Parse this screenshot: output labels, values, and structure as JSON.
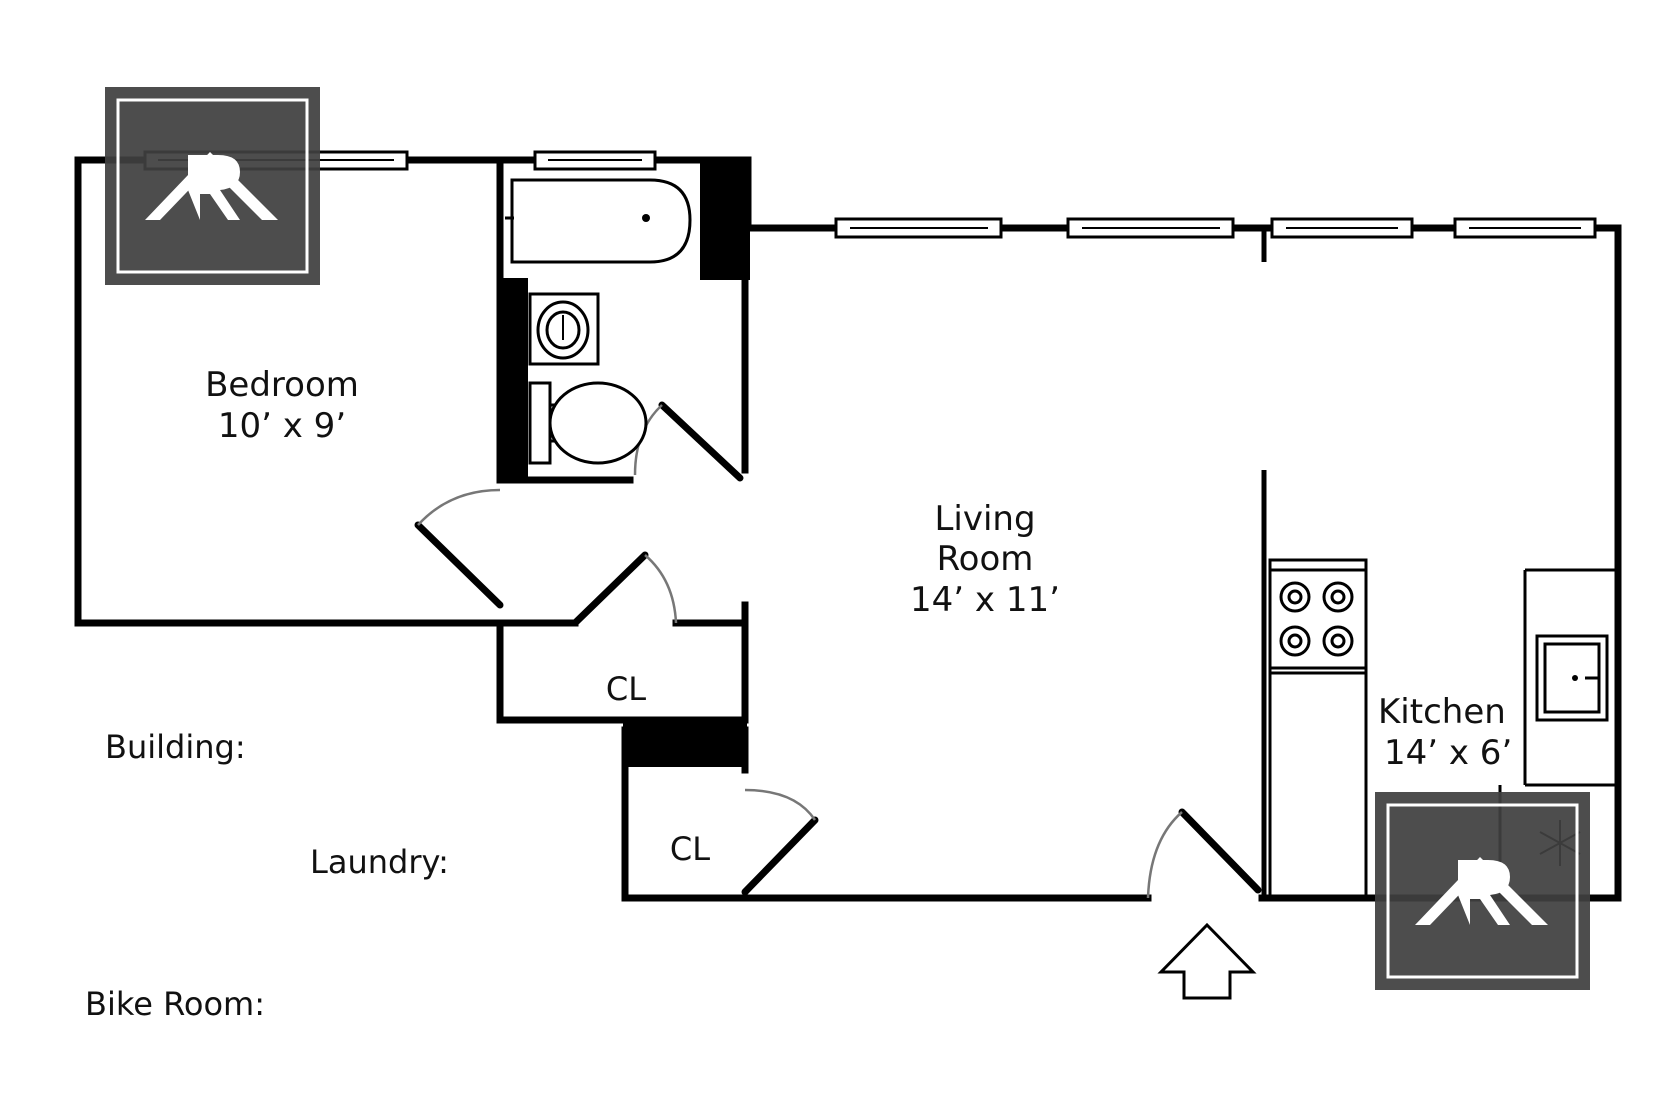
{
  "rooms": {
    "bedroom": {
      "name": "Bedroom",
      "size": "10’ x 9’"
    },
    "living": {
      "name_line1": "Living",
      "name_line2": "Room",
      "size": "14’ x 11’"
    },
    "kitchen": {
      "name": "Kitchen",
      "size": "14’ x 6’"
    },
    "closet_1": {
      "name": "CL"
    },
    "closet_2": {
      "name": "CL"
    }
  },
  "amenities": {
    "building": "Building:",
    "laundry": "Laundry:",
    "bike_room": "Bike Room:"
  },
  "colors": {
    "wall": "#000000",
    "logo_bg": "#3f3f3f",
    "logo_fg": "#ffffff",
    "door_swing": "#777777"
  },
  "icons": [
    "logo-icon",
    "entry-arrow-icon",
    "stove-icon",
    "sink-icon",
    "bathtub-icon",
    "toilet-icon",
    "snowflake-icon"
  ]
}
